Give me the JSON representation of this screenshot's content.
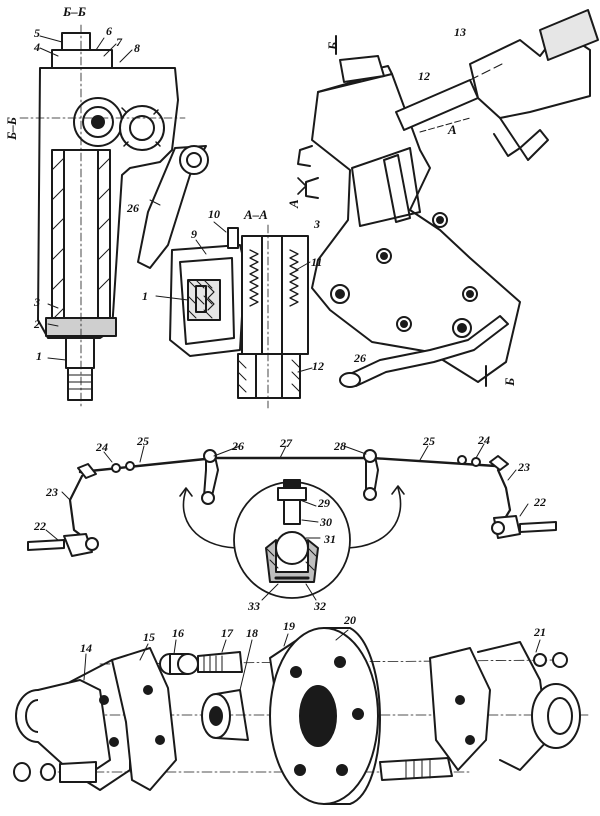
{
  "figure": {
    "sections": {
      "bb_top": "Б–Б",
      "bb_left": "Б–Б",
      "b_top_right": "Б",
      "b_bottom_right": "Б",
      "aa": "А–А",
      "a_right": "А",
      "a_arrow": "А"
    },
    "steering_gear_labels": [
      "5",
      "6",
      "4",
      "7",
      "8",
      "3",
      "2",
      "1",
      "26",
      "10",
      "9",
      "11",
      "1",
      "12",
      "13",
      "12",
      "3",
      "26"
    ],
    "linkage_labels": [
      "24",
      "25",
      "26",
      "27",
      "28",
      "25",
      "24",
      "23",
      "22",
      "23",
      "22",
      "29",
      "30",
      "31",
      "33",
      "32"
    ],
    "assembly_labels": [
      "14",
      "15",
      "16",
      "17",
      "18",
      "19",
      "20",
      "21"
    ]
  }
}
